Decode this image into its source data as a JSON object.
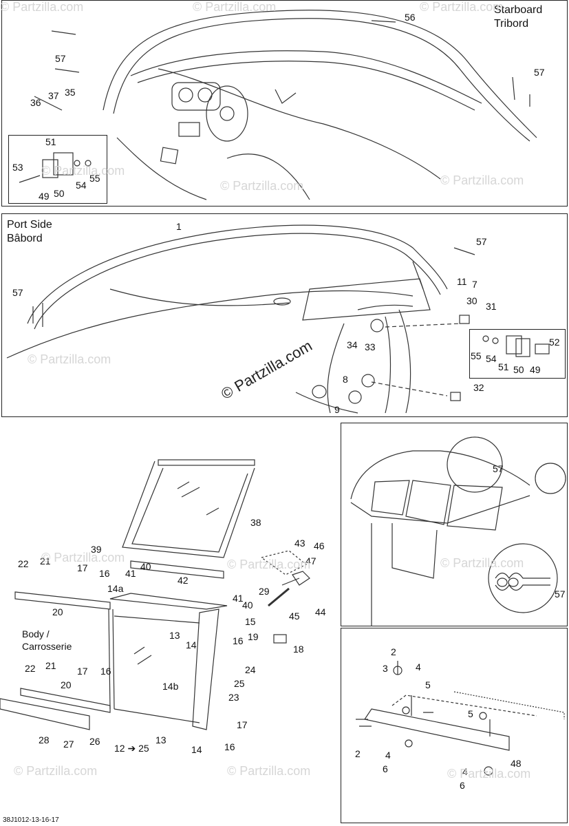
{
  "titles": {
    "starboard_en": "Starboard",
    "starboard_fr": "Tribord",
    "port_en": "Port Side",
    "port_fr": "Bâbord",
    "body_en": "Body /",
    "body_fr": "Carrosserie"
  },
  "watermark": "© Partzilla.com",
  "ref_code": "38J1012-13-16-17",
  "labels_top": [
    "56",
    "57",
    "57",
    "36",
    "37",
    "35",
    "51",
    "53",
    "54",
    "55",
    "49",
    "50"
  ],
  "labels_mid": [
    "1",
    "57",
    "57",
    "11",
    "7",
    "30",
    "31",
    "34",
    "33",
    "8",
    "9",
    "32",
    "52",
    "55",
    "54",
    "51",
    "50",
    "49"
  ],
  "labels_low": [
    "38",
    "39",
    "22",
    "21",
    "17",
    "16",
    "41",
    "40",
    "42",
    "14a",
    "20",
    "43",
    "46",
    "47",
    "29",
    "41",
    "40",
    "15",
    "45",
    "44",
    "13",
    "14",
    "16",
    "19",
    "18",
    "22",
    "21",
    "17",
    "16",
    "24",
    "20",
    "14b",
    "25",
    "23",
    "28",
    "27",
    "26",
    "12 ➔ 25",
    "13",
    "14",
    "17",
    "16"
  ],
  "labels_detail": [
    "57",
    "57"
  ],
  "labels_hw": [
    "2",
    "3",
    "4",
    "5",
    "5",
    "2",
    "4",
    "6",
    "48",
    "4",
    "6"
  ]
}
